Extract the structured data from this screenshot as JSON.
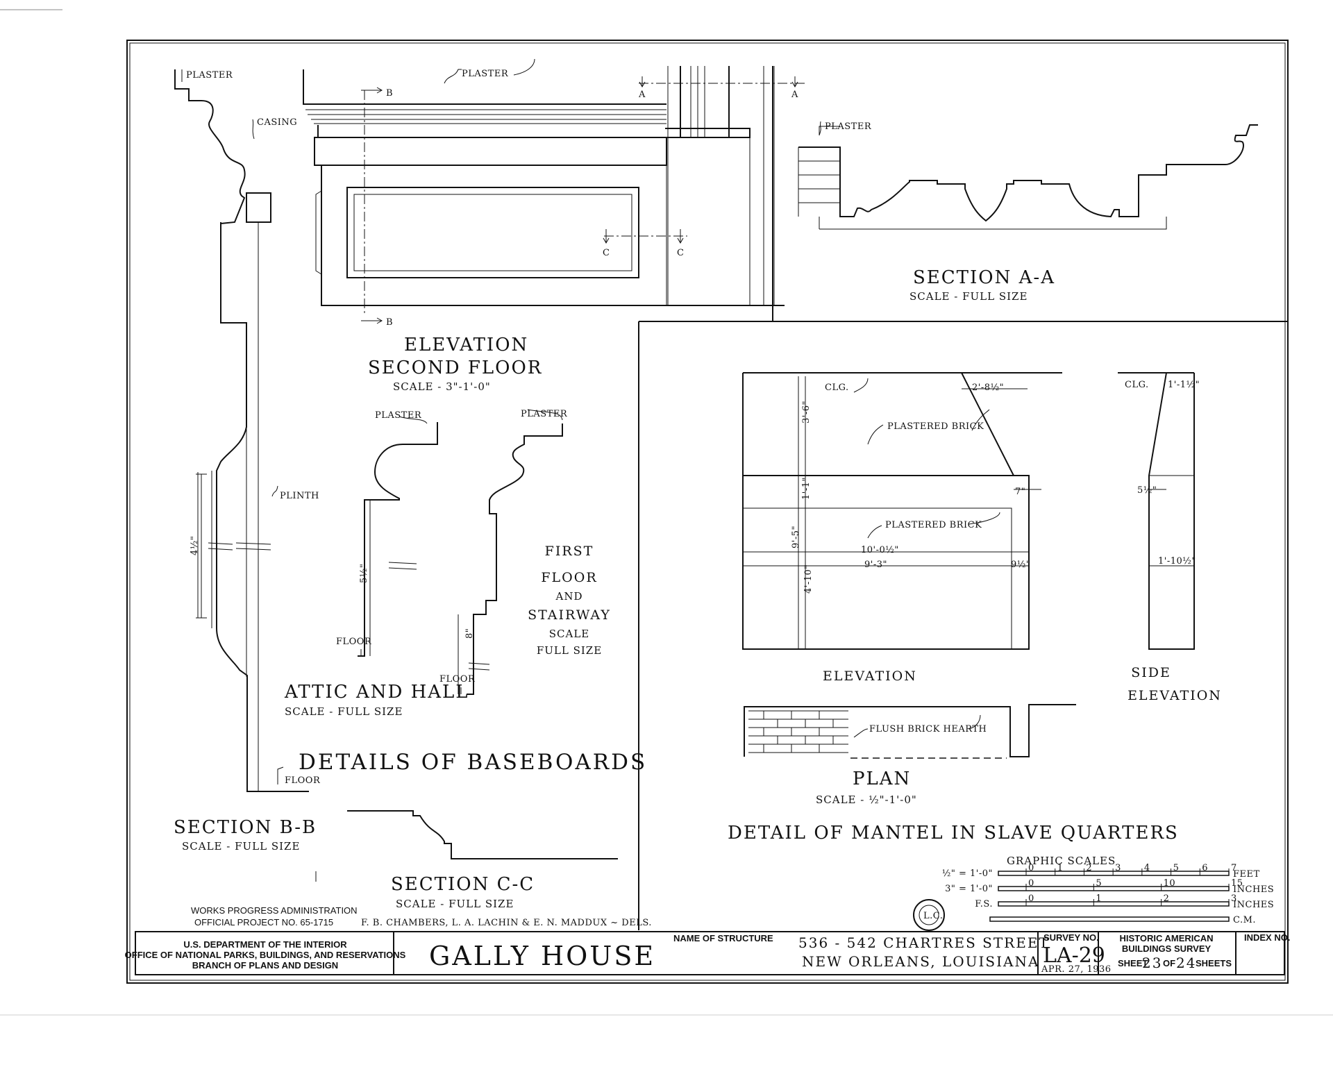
{
  "left_drawing": {
    "plaster": "PLASTER",
    "casing": "CASING",
    "plinth": "PLINTH",
    "dim_4half": "4½\"",
    "floor": "FLOOR",
    "section_title": "SECTION B-B",
    "section_scale": "SCALE - FULL SIZE"
  },
  "elevation": {
    "plaster": "PLASTER",
    "cut_a": "A",
    "cut_b": "B",
    "cut_c": "C",
    "title_line1": "ELEVATION",
    "title_line2": "SECOND FLOOR",
    "scale": "SCALE - 3\"-1'-0\""
  },
  "section_aa": {
    "plaster": "PLASTER",
    "title": "SECTION A-A",
    "scale": "SCALE - FULL SIZE"
  },
  "baseboards": {
    "plaster1": "PLASTER",
    "plaster2": "PLASTER",
    "dim_5half": "5½\"",
    "dim_8": "8\"",
    "floor1": "FLOOR",
    "floor2": "FLOOR",
    "attic_title": "ATTIC AND HALL",
    "attic_scale": "SCALE - FULL SIZE",
    "first_floor_lines": [
      "FIRST",
      "FLOOR",
      "AND",
      "STAIRWAY",
      "SCALE",
      "FULL SIZE"
    ],
    "details_title": "DETAILS OF BASEBOARDS"
  },
  "section_cc": {
    "title": "SECTION C-C",
    "scale": "SCALE - FULL SIZE"
  },
  "mantel": {
    "clg": "CLG.",
    "dim_top": "2'-8½\"",
    "plastered_brick_1": "PLASTERED BRICK",
    "plastered_brick_2": "PLASTERED BRICK",
    "dim_3_6": "3'-6\"",
    "dim_1_1": "1'-1\"",
    "dim_7": "7\"",
    "dim_9_5": "9'-5\"",
    "dim_10_0half": "10'-0½\"",
    "dim_9_3": "9'-3\"",
    "dim_9half": "9½\"",
    "dim_4_10": "4'-10\"",
    "elevation_label": "ELEVATION",
    "side_clg": "CLG.",
    "side_dim_top": "1'-1½\"",
    "side_dim_5half": "5½\"",
    "side_dim_1_10half": "1'-10½\"",
    "side_elevation_line1": "SIDE",
    "side_elevation_line2": "ELEVATION",
    "hearth": "FLUSH BRICK HEARTH",
    "plan_title": "PLAN",
    "plan_scale": "SCALE - ½\"-1'-0\"",
    "detail_title": "DETAIL OF MANTEL IN SLAVE QUARTERS"
  },
  "graphic_scales": {
    "title": "GRAPHIC SCALES",
    "rows": [
      {
        "label": "½\" = 1'-0\"",
        "ticks": [
          "0",
          "1",
          "2",
          "3",
          "4",
          "5",
          "6",
          "7"
        ],
        "unit": "FEET"
      },
      {
        "label": "3\" = 1'-0\"",
        "ticks": [
          "0",
          "5",
          "10",
          "15"
        ],
        "unit": "INCHES"
      },
      {
        "label": "F.S.",
        "ticks": [
          "0",
          "1",
          "2",
          "3"
        ],
        "unit": "INCHES"
      },
      {
        "label": "",
        "ticks": [],
        "unit": "C.M."
      }
    ]
  },
  "credits": {
    "wpa_line1": "WORKS PROGRESS ADMINISTRATION",
    "wpa_line2": "OFFICIAL PROJECT NO. 65-1715",
    "delineators": "F. B. CHAMBERS, L. A. LACHIN & E. N. MADDUX ~ DELS."
  },
  "seal": {
    "text": "L.C."
  },
  "title_block": {
    "agency_line1": "U.S. DEPARTMENT OF THE INTERIOR",
    "agency_line2": "OFFICE OF NATIONAL PARKS, BUILDINGS, AND RESERVATIONS",
    "agency_line3": "BRANCH OF PLANS AND DESIGN",
    "name_label": "NAME OF STRUCTURE",
    "structure_name": "GALLY HOUSE",
    "address_line1": "536 - 542 CHARTRES STREET",
    "address_line2": "NEW ORLEANS, LOUISIANA",
    "survey_label": "SURVEY NO.",
    "survey_no": "LA-29",
    "date": "APR. 27, 1936",
    "habs_line1": "HISTORIC AMERICAN",
    "habs_line2": "BUILDINGS SURVEY",
    "sheet_word": "SHEET",
    "sheet_no": "23",
    "of_word": "OF",
    "total_sheets": "24",
    "sheets_word": "SHEETS",
    "index_label": "INDEX NO."
  }
}
